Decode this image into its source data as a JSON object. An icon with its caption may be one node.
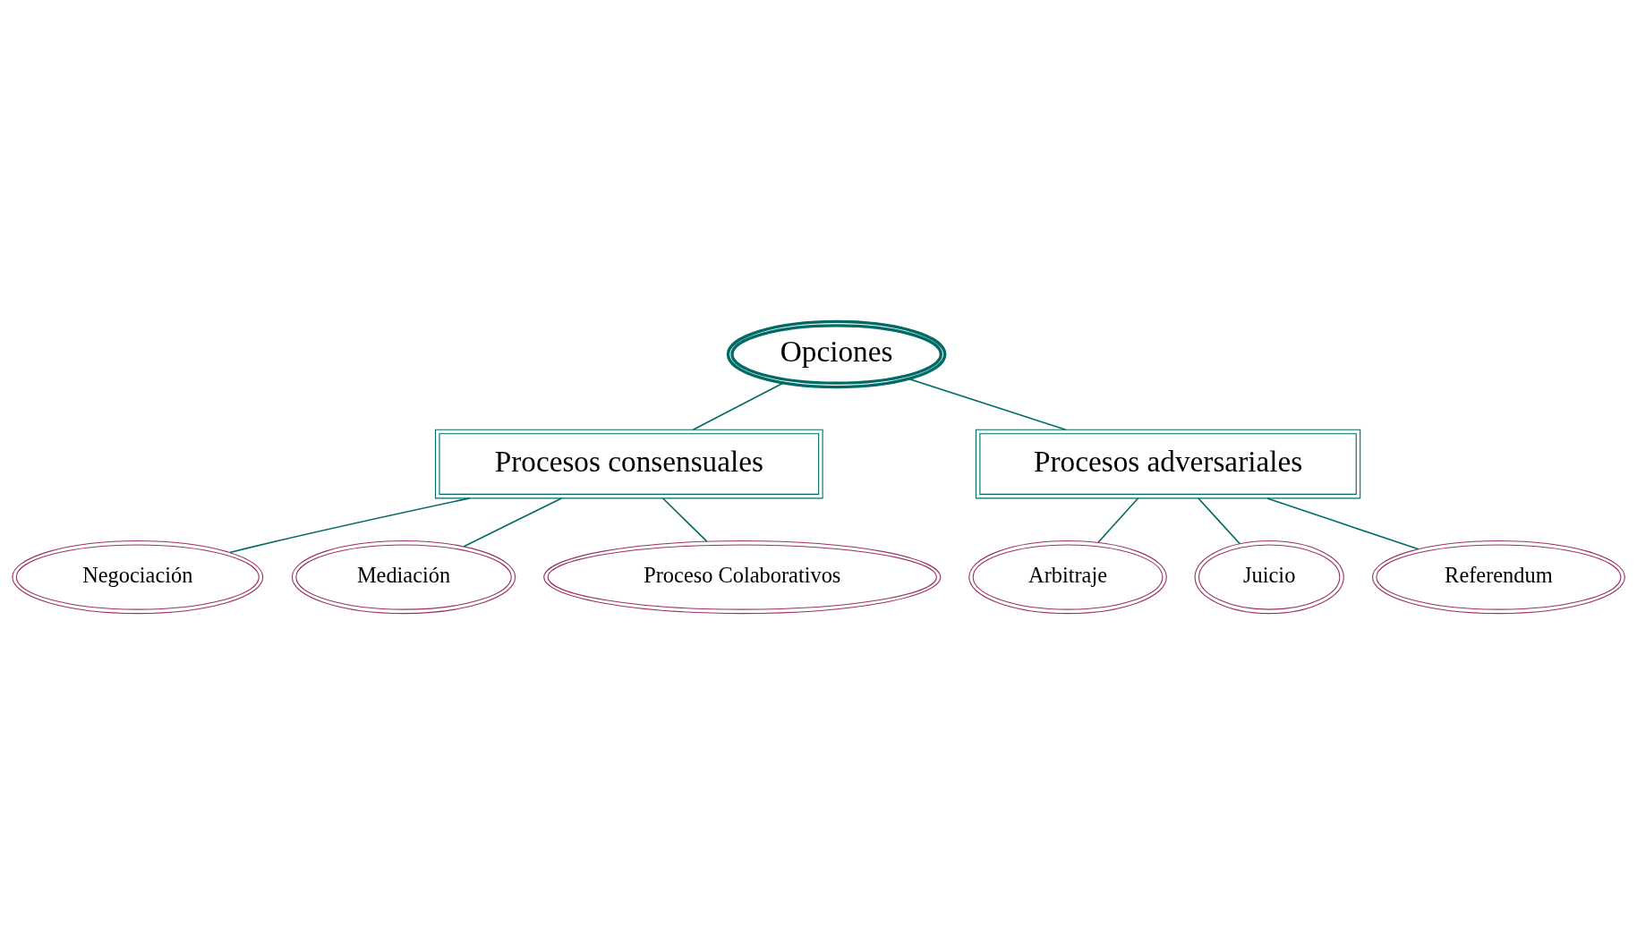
{
  "diagram": {
    "nodes": [
      {
        "text": [
          "Opciones"
        ]
      },
      {
        "text": [
          "Procesos consensuales"
        ]
      },
      {
        "text": [
          "Procesos adversariales"
        ]
      },
      {
        "text": [
          "Negociación"
        ]
      },
      {
        "text": [
          "Mediación"
        ]
      },
      {
        "text": [
          "Proceso Colaborativos"
        ]
      },
      {
        "text": [
          "Arbitraje"
        ]
      },
      {
        "text": [
          "Juicio"
        ]
      },
      {
        "text": [
          "Referendum"
        ]
      }
    ],
    "edges": [
      {
        "from": 0,
        "to": 1,
        "arrow": "none"
      },
      {
        "from": 0,
        "to": 2,
        "arrow": "none"
      },
      {
        "from": 1,
        "to": 3,
        "arrow": "none"
      },
      {
        "from": 1,
        "to": 4,
        "arrow": "none"
      },
      {
        "from": 1,
        "to": 5,
        "arrow": "none"
      },
      {
        "from": 2,
        "to": 6,
        "arrow": "none"
      },
      {
        "from": 2,
        "to": 7,
        "arrow": "none"
      },
      {
        "from": 2,
        "to": 8,
        "arrow": "none"
      }
    ]
  }
}
